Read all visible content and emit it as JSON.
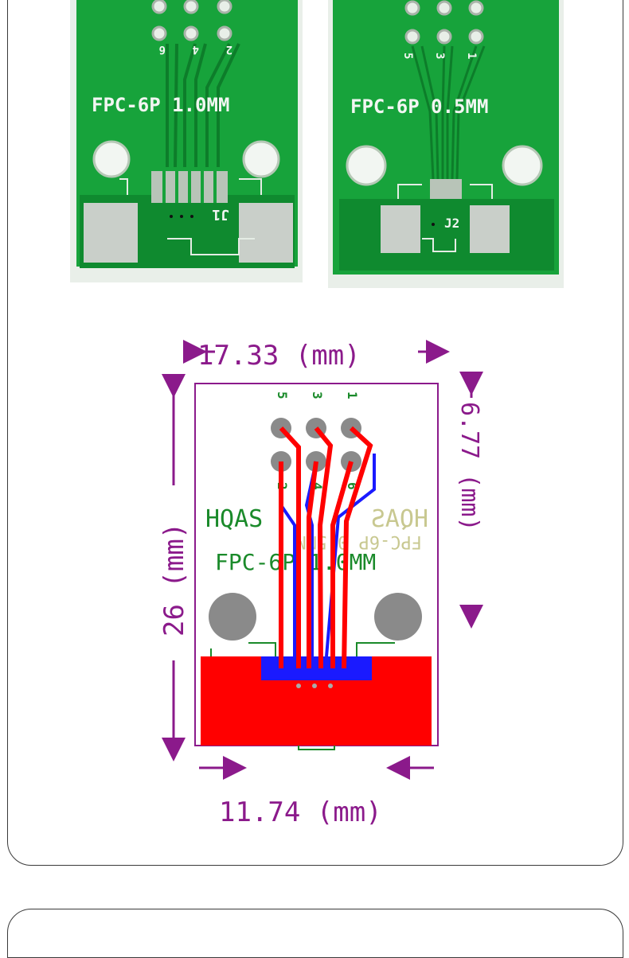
{
  "photo": {
    "board_left": {
      "silkscreen": "FPC-6P 1.0MM",
      "ref": "J1",
      "pin_labels": [
        "6",
        "4",
        "2"
      ]
    },
    "board_right": {
      "silkscreen": "FPC-6P 0.5MM",
      "ref": "J2",
      "pin_labels": [
        "5",
        "3",
        "1"
      ]
    }
  },
  "drawing": {
    "dim_top": "17.33 (mm)",
    "dim_left": "26 (mm)",
    "dim_right": "6.77 (mm)",
    "dim_bottom": "11.74 (mm)",
    "silk_brand": "HQAS",
    "silk_brand_mirror": "HQAS",
    "silk_mirror_small": "FPC-6P 0.5MM",
    "silk_label": "FPC-6P 1.0MM",
    "pin_labels_top": [
      "5",
      "3",
      "1"
    ],
    "pin_labels_mid": [
      "2",
      "4",
      "6"
    ],
    "colors": {
      "pcb_green": "#1a9a3a",
      "dimension_purple": "#8b1a8b",
      "copper_red": "#ff0000",
      "bottom_blue": "#1a1aff"
    }
  }
}
